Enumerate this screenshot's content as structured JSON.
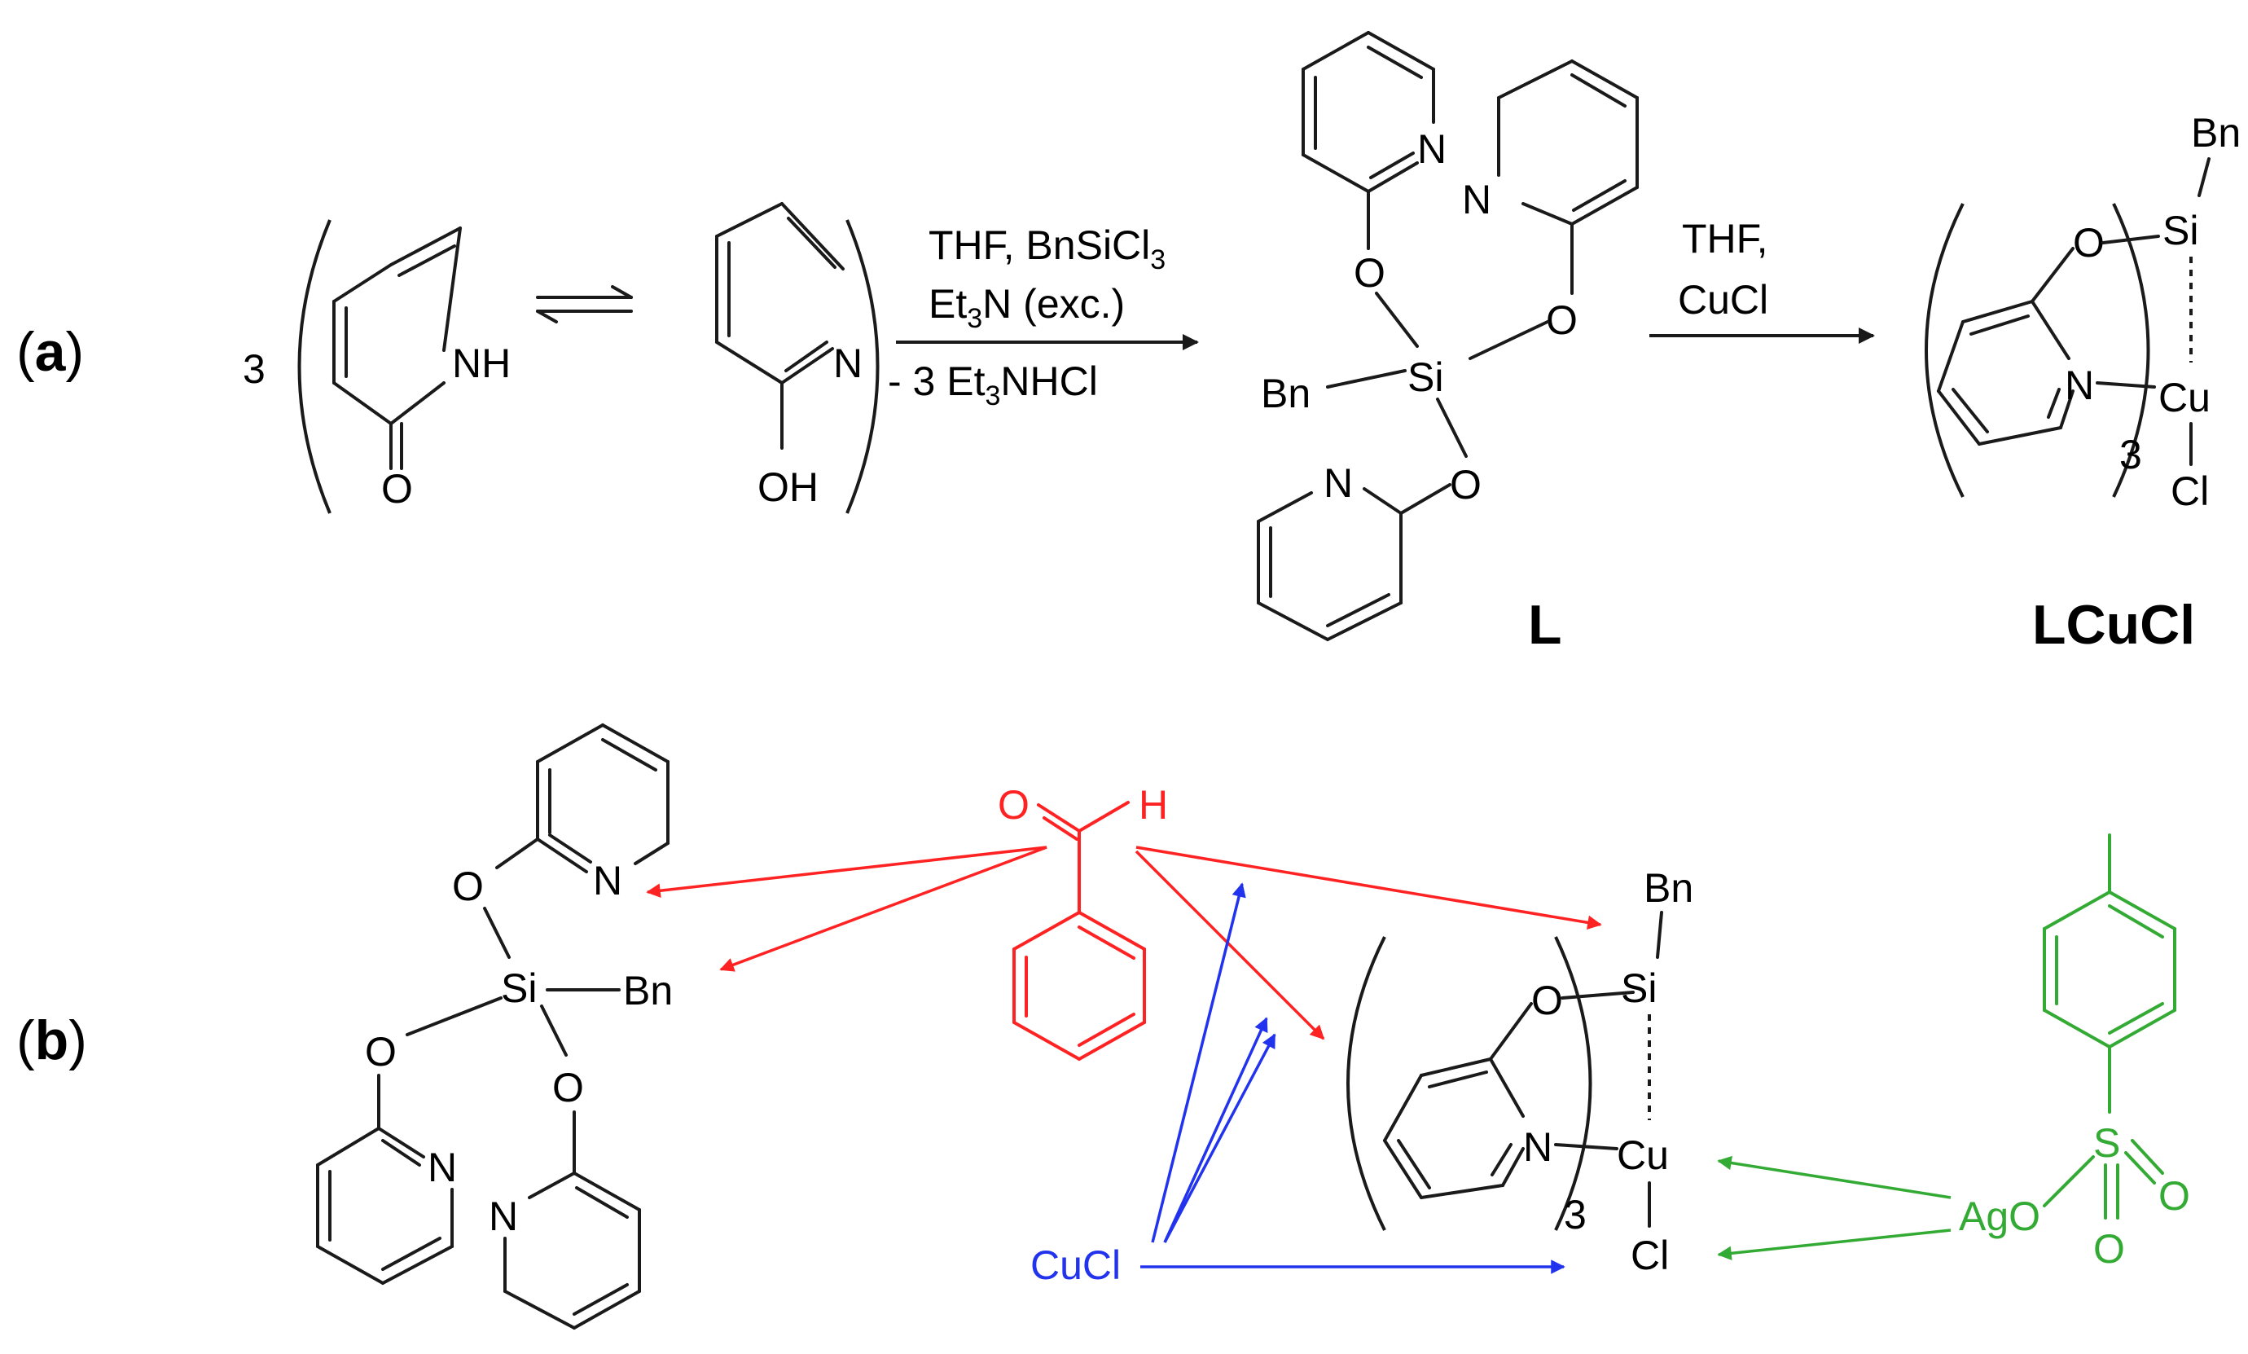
{
  "colors": {
    "ink": "#1a1a1a",
    "aldehyde_red": "#ff2222",
    "copper_blue": "#2233ee",
    "silver_green": "#33aa33"
  },
  "panel_a": {
    "label_open": "(",
    "label_letter": "a",
    "label_close": ")",
    "stoichiometry": "3",
    "pyridone": {
      "nh": "NH",
      "o": "O"
    },
    "hydroxypyridine": {
      "n": "N",
      "oh": "OH"
    },
    "step1": {
      "line1": "THF, BnSiCl",
      "line1_sub": "3",
      "line2_a": "Et",
      "line2_sub": "3",
      "line2_b": "N (exc.)",
      "line3_a": "- 3 Et",
      "line3_sub": "3",
      "line3_b": "NHCl"
    },
    "ligand": {
      "n_top_left": "N",
      "n_top_right": "N",
      "o_left": "O",
      "o_right": "O",
      "si": "Si",
      "bn": "Bn",
      "o_bottom": "O",
      "n_bottom": "N",
      "name": "L"
    },
    "step2": {
      "line1": "THF,",
      "line2": "CuCl"
    },
    "complex": {
      "bn": "Bn",
      "o": "O",
      "si": "Si",
      "n": "N",
      "cu": "Cu",
      "cl": "Cl",
      "multiplier": "3",
      "name": "LCuCl"
    }
  },
  "panel_b": {
    "label_open": "(",
    "label_letter": "b",
    "label_close": ")",
    "ligand": {
      "n_top": "N",
      "o_top": "O",
      "si": "Si",
      "bn": "Bn",
      "o_left": "O",
      "o_right": "O",
      "n_left": "N",
      "n_right": "N"
    },
    "benzaldehyde": {
      "o": "O",
      "h": "H"
    },
    "cucl": "CuCl",
    "complex": {
      "bn": "Bn",
      "o": "O",
      "si": "Si",
      "n": "N",
      "cu": "Cu",
      "cl": "Cl",
      "multiplier": "3"
    },
    "silver_tosylate": {
      "ago": "AgO",
      "s": "S",
      "o_top": "O",
      "o_right": "O"
    }
  }
}
